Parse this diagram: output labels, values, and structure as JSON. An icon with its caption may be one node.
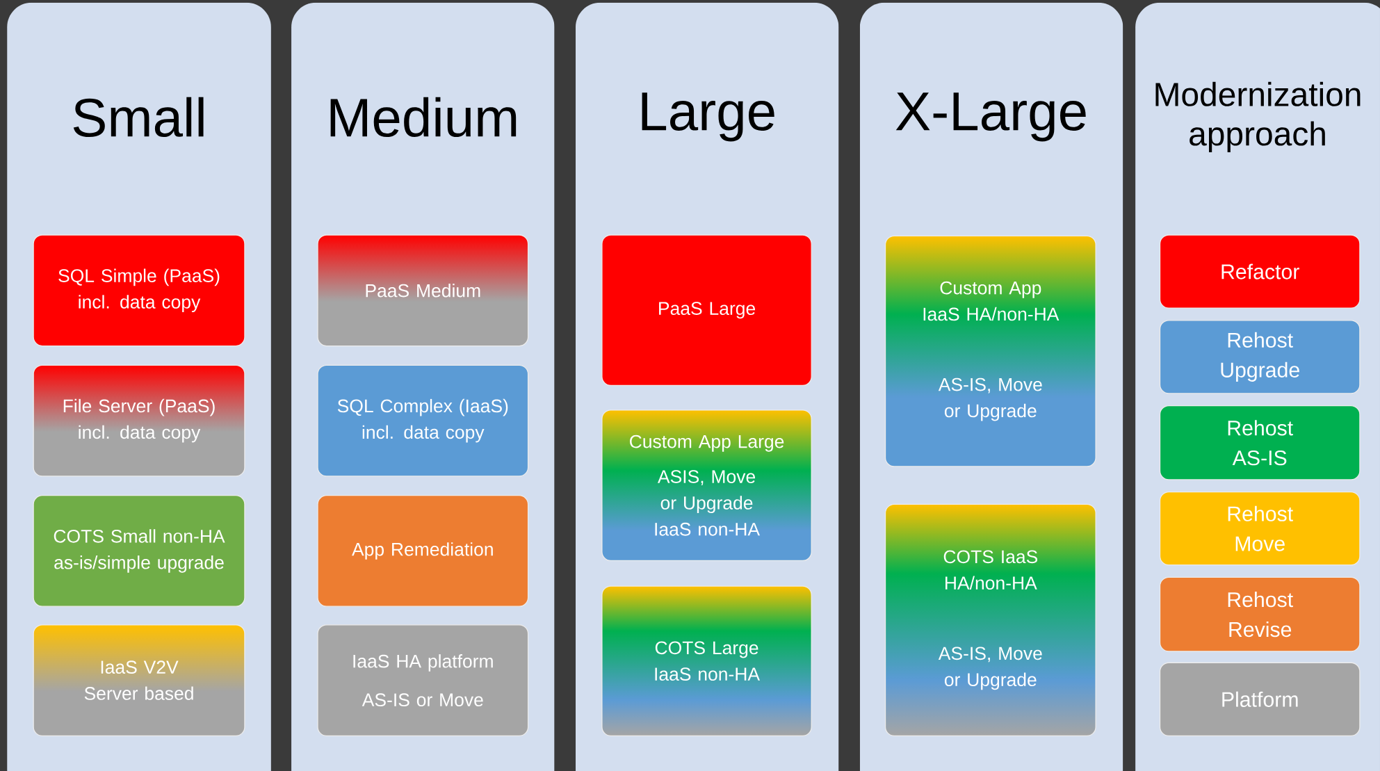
{
  "diagram": {
    "nodes": [
      {
        "text": [
          "Small"
        ]
      },
      {
        "text": [
          "SQL Simple (PaaS) incl. data copy"
        ],
        "in": 0
      },
      {
        "text": [
          "File Server (PaaS) incl. data copy"
        ],
        "in": 0
      },
      {
        "text": [
          "COTS Small non-HA as-is/simple upgrade"
        ],
        "in": 0
      },
      {
        "text": [
          "IaaS V2V Server based"
        ],
        "in": 0
      },
      {
        "text": [
          "Medium"
        ]
      },
      {
        "text": [
          "PaaS Medium"
        ],
        "in": 5
      },
      {
        "text": [
          "SQL Complex (IaaS) incl. data copy"
        ],
        "in": 5
      },
      {
        "text": [
          "App Remediation"
        ],
        "in": 5
      },
      {
        "text": [
          "IaaS HA platform",
          "AS-IS or Move"
        ],
        "in": 5
      },
      {
        "text": [
          "Large"
        ]
      },
      {
        "text": [
          "PaaS Large"
        ],
        "in": 10
      },
      {
        "text": [
          "Custom App Large",
          "ASIS, Move or Upgrade IaaS non-HA"
        ],
        "in": 10
      },
      {
        "text": [
          "COTS Large IaaS non-HA"
        ],
        "in": 10
      },
      {
        "text": [
          "X-Large"
        ]
      },
      {
        "text": [
          "Custom App IaaS HA/non-HA",
          "AS-IS, Move or Upgrade"
        ],
        "in": 14
      },
      {
        "text": [
          "COTS IaaS HA/non-HA",
          "AS-IS, Move or Upgrade"
        ],
        "in": 14
      },
      {
        "text": [
          "Modernization approach"
        ]
      },
      {
        "text": [
          "Refactor"
        ],
        "in": 17
      },
      {
        "text": [
          "Rehost Upgrade"
        ],
        "in": 17
      },
      {
        "text": [
          "Rehost AS-IS"
        ],
        "in": 17
      },
      {
        "text": [
          "Rehost Move"
        ],
        "in": 17
      },
      {
        "text": [
          "Rehost Revise"
        ],
        "in": 17
      },
      {
        "text": [
          "Platform"
        ],
        "in": 17
      }
    ]
  }
}
